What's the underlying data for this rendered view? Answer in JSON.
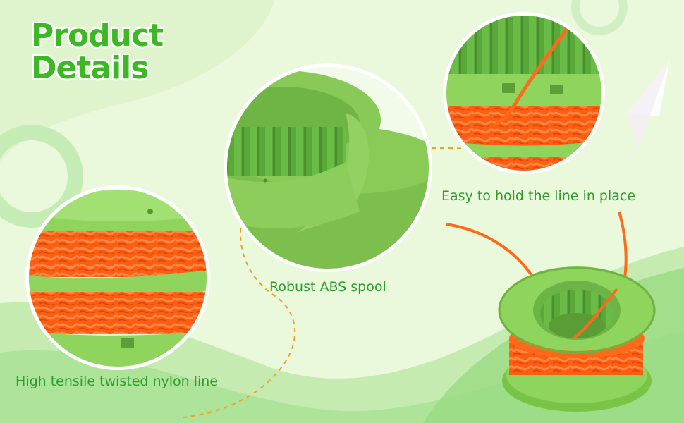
{
  "header": {
    "title_line1": "Product",
    "title_line2": "Details"
  },
  "features": [
    {
      "caption": "High tensile twisted nylon line"
    },
    {
      "caption": "Robust ABS spool"
    },
    {
      "caption": "Easy to hold the line in place"
    }
  ],
  "colors": {
    "brand_green": "#3cb823",
    "caption_green": "#2a9d2a",
    "spool_green": "#7cc94a",
    "line_orange": "#ff6a1a",
    "dash_orange": "#f0a020"
  }
}
